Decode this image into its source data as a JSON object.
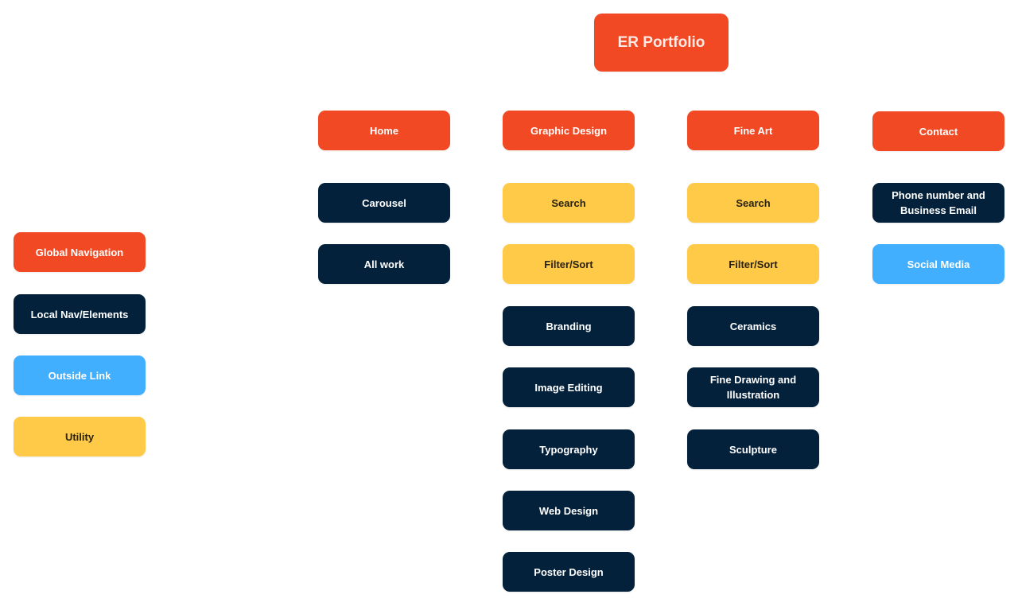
{
  "root": {
    "label": "ER Portfolio"
  },
  "columns": {
    "home": {
      "label": "Home",
      "items": [
        "Carousel",
        "All work"
      ]
    },
    "graphic_design": {
      "label": "Graphic Design",
      "items": [
        "Search",
        "Filter/Sort",
        "Branding",
        "Image Editing",
        "Typography",
        "Web Design",
        "Poster Design"
      ]
    },
    "fine_art": {
      "label": "Fine Art",
      "items": [
        "Search",
        "Filter/Sort",
        "Ceramics",
        "Fine Drawing and Illustration",
        "Sculpture"
      ]
    },
    "contact": {
      "label": "Contact",
      "items": [
        "Phone number and Business Email",
        "Social Media"
      ]
    }
  },
  "legend": {
    "global": "Global Navigation",
    "local": "Local Nav/Elements",
    "outside": "Outside Link",
    "utility": "Utility"
  },
  "colors": {
    "global_navigation": "#F04923",
    "local_nav_elements": "#03213A",
    "outside_link": "#42AEFE",
    "utility": "#FECA47"
  }
}
